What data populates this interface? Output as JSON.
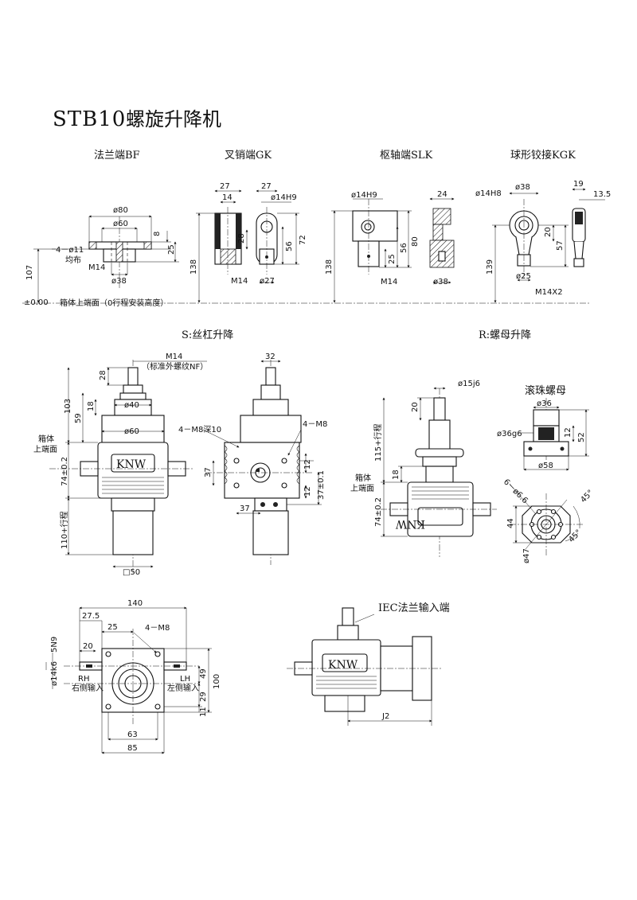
{
  "title": {
    "code": "STB10",
    "name": "螺旋升降机"
  },
  "end_types": {
    "bf": "法兰端BF",
    "gk": "叉销端GK",
    "slk": "枢轴端SLK",
    "kgk": "球形铰接KGK"
  },
  "bf": {
    "d80": "ø80",
    "d60": "ø60",
    "d38": "ø38",
    "holes": "4－ø11",
    "holes_note": "均布",
    "m14": "M14",
    "h8": "8",
    "h25": "25",
    "h107": "107"
  },
  "datum": {
    "zero": "±0.00",
    "note": "箱体上端面（0行程安装高度）"
  },
  "gk": {
    "w27": "27",
    "w14": "14",
    "w27b": "27",
    "d14h9": "ø14H9",
    "h28": "28",
    "h138": "138",
    "h56": "56",
    "h72": "72",
    "m14": "M14",
    "d27": "ø27"
  },
  "slk": {
    "d14h9": "ø14H9",
    "w24": "24",
    "h138": "138",
    "h25": "25",
    "h56": "56",
    "h80": "80",
    "m14": "M14",
    "d38": "ø38"
  },
  "kgk": {
    "d14h8": "ø14H8",
    "d38": "ø38",
    "w19": "19",
    "w135": "13.5",
    "h20": "20",
    "h57": "57",
    "h139": "139",
    "d25": "ø25",
    "m14x2": "M14X2"
  },
  "section_s": {
    "title": "S:丝杠升降",
    "m14": "M14",
    "m14_note": "（标准外螺纹NF）",
    "h28": "28",
    "h103": "103",
    "h18": "18",
    "h59": "59",
    "d40": "ø40",
    "d60": "ø60",
    "box_label": "箱体",
    "box_label2": "上端面",
    "h74": "74±0.2",
    "h110": "110+行程",
    "sq50": "□50",
    "logo": "KNW",
    "w32": "32",
    "holes": "4－M8深10",
    "m8": "4－M8",
    "h37": "37",
    "h12": "12",
    "h37b": "37±0.1",
    "w37": "37"
  },
  "section_r": {
    "title": "R:螺母升降",
    "d15": "ø15j6",
    "h20": "20",
    "h115": "115+行程",
    "box_label": "箱体",
    "box_label2": "上端面",
    "h18": "18",
    "h74": "74±0.2",
    "logo": "KNW",
    "ball_nut": "滚珠螺母",
    "d36": "ø36",
    "d36g6": "ø36g6",
    "h12": "12",
    "h52": "52",
    "d58": "ø58",
    "holes": "6－ø6.6",
    "a45": "45°",
    "a45b": "45°",
    "h44": "44",
    "d47": "ø47"
  },
  "top_view": {
    "w140": "140",
    "w275": "27.5",
    "w25": "25",
    "m8": "4－M8",
    "w20": "20",
    "n9": "5N9",
    "d14k6": "ø14k6",
    "rh": "RH",
    "rh_note": "右侧输入",
    "lh": "LH",
    "lh_note": "左侧输入",
    "h49": "49",
    "h100": "100",
    "h29": "29",
    "h11": "11",
    "w63": "63",
    "w85": "85"
  },
  "iec": {
    "title": "IEC法兰输入端",
    "logo": "KNW",
    "j2": "J2"
  }
}
